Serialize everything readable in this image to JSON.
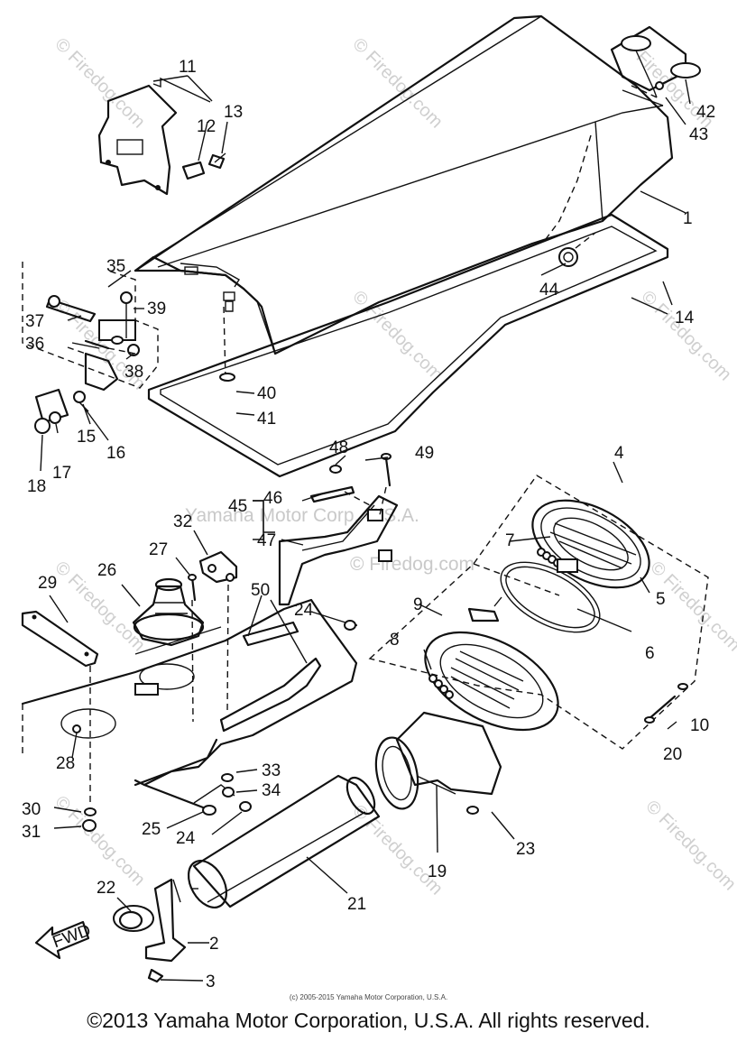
{
  "watermark": {
    "site": "© Firedog.com",
    "corp": "Yamaha Motor Corp, U.S.A."
  },
  "arrow_label": "FWD",
  "credit_line": "(c) 2005-2015 Yamaha Motor Corporation, U.S.A.",
  "copyright": "©2013 Yamaha Motor Corporation, U.S.A. All rights reserved.",
  "callouts": [
    "1",
    "2",
    "3",
    "4",
    "5",
    "6",
    "7",
    "8",
    "9",
    "10",
    "11",
    "12",
    "13",
    "14",
    "15",
    "16",
    "17",
    "18",
    "19",
    "20",
    "21",
    "22",
    "23",
    "24",
    "24",
    "25",
    "26",
    "27",
    "28",
    "29",
    "30",
    "31",
    "32",
    "33",
    "34",
    "35",
    "36",
    "37",
    "38",
    "39",
    "40",
    "41",
    "42",
    "43",
    "44",
    "45",
    "46",
    "47",
    "48",
    "49",
    "50"
  ]
}
